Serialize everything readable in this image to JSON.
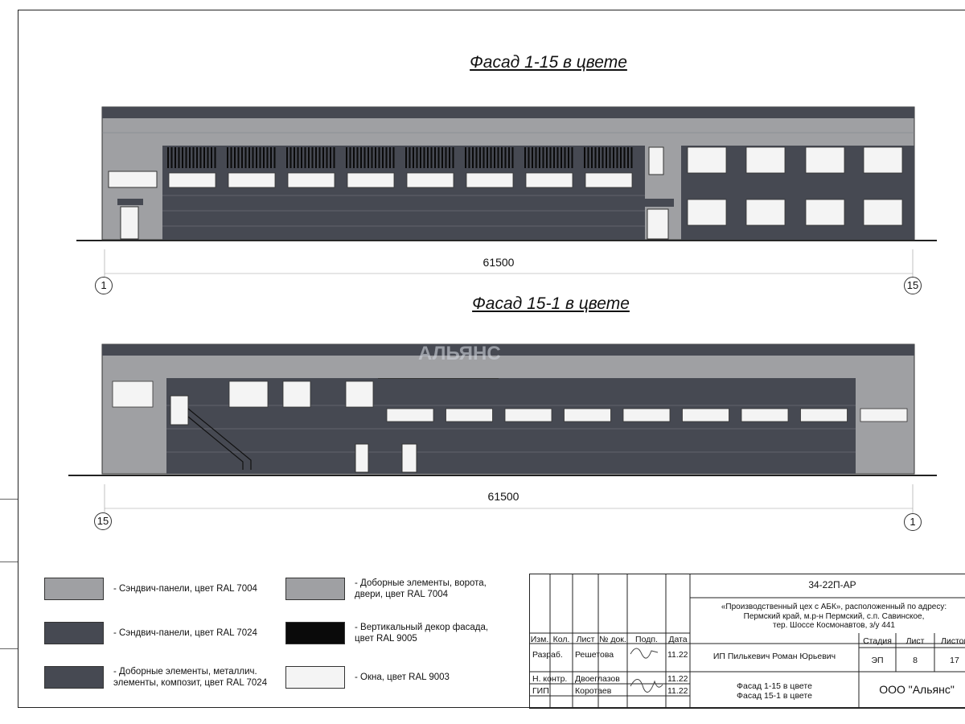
{
  "facade1": {
    "title": "Фасад 1-15 в цвете",
    "dim": "61500",
    "axis_left": "1",
    "axis_right": "15"
  },
  "facade2": {
    "title": "Фасад 15-1 в цвете",
    "dim": "61500",
    "axis_left": "15",
    "axis_right": "1"
  },
  "watermark": "АЛЬЯНС",
  "colors": {
    "ral7004": "#9fa0a3",
    "ral7024": "#464952",
    "ral9005": "#0a0a0a",
    "ral9003": "#f4f4f4"
  },
  "legend": [
    {
      "color": "#9fa0a3",
      "text": "- Сэндвич-панели, цвет RAL 7004"
    },
    {
      "color": "#464952",
      "text": "- Сэндвич-панели, цвет RAL 7024"
    },
    {
      "color": "#464952",
      "text": "- Доборные элементы, металлич.\nэлементы, композит, цвет RAL 7024"
    },
    {
      "color": "#9fa0a3",
      "text": "- Доборные элементы, ворота,\nдвери, цвет RAL 7004"
    },
    {
      "color": "#0a0a0a",
      "text": "- Вертикальный декор фасада,\nцвет RAL 9005"
    },
    {
      "color": "#f4f4f4",
      "text": "- Окна, цвет RAL 9003"
    }
  ],
  "stamp": {
    "code": "34-22П-АР",
    "address": "«Производственный цех с АБК», расположенный по адресу:\nПермский край, м.р-н Пермский, с.п. Савинское,\nтер. Шоссе Космонавтов, з/у 441",
    "headers": [
      "Изм.",
      "Кол.",
      "Лист",
      "№ док.",
      "Подп.",
      "Дата"
    ],
    "rows": [
      {
        "role": "Разраб.",
        "name": "Решетова",
        "date": "11.22"
      },
      {
        "role": "Н. контр.",
        "name": "Двоеглазов",
        "date": "11.22"
      },
      {
        "role": "ГИП",
        "name": "Коротаев",
        "date": "11.22"
      }
    ],
    "customer": "ИП Пилькевич Роман Юрьевич",
    "stage_label": "Стадия",
    "sheet_label": "Лист",
    "sheets_label": "Листов",
    "stage": "ЭП",
    "sheet": "8",
    "sheets": "17",
    "sheet_title": "Фасад 1-15 в цвете\nФасад 15-1 в цвете",
    "company": "ООО \"Альянс\""
  }
}
